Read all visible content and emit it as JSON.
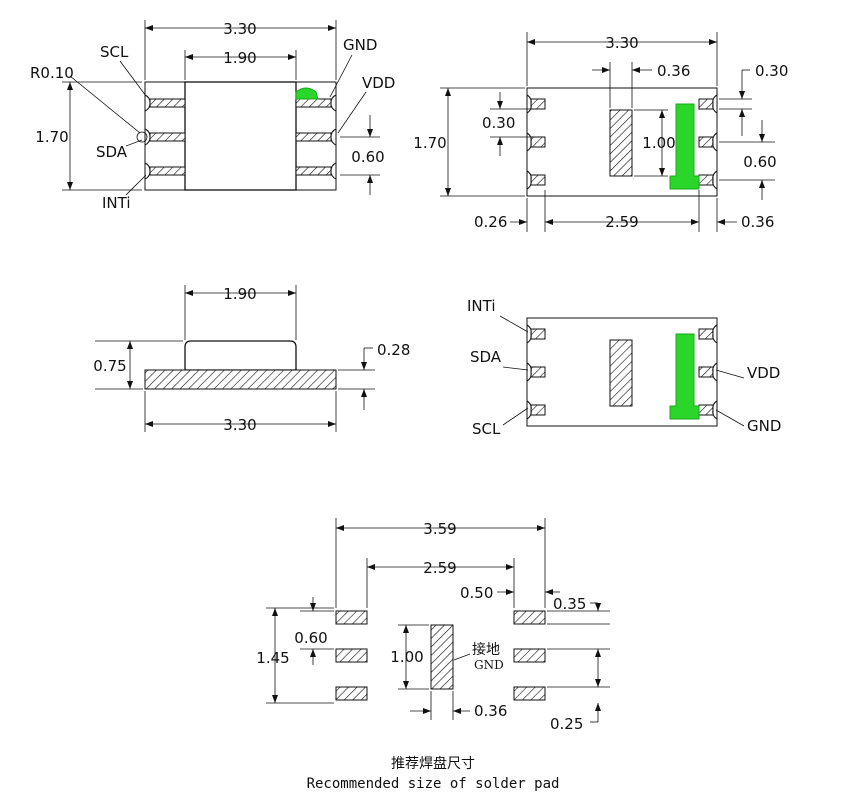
{
  "colors": {
    "line": "#111111",
    "gnd_pad_highlight": "#2bd62b",
    "background": "#ffffff"
  },
  "top_view": {
    "width": "3.30",
    "body_width": "1.90",
    "height": "1.70",
    "pitch": "0.60",
    "radius": "R0.10",
    "pins": {
      "scl": "SCL",
      "sda": "SDA",
      "inti": "INTi",
      "gnd": "GND",
      "vdd": "VDD"
    }
  },
  "bottom_view": {
    "width": "3.30",
    "pad_width": "0.36",
    "pad_pitch_top": "0.30",
    "pad_gap": "0.30",
    "height": "1.70",
    "center_pad_height": "1.00",
    "pitch": "0.60",
    "edge_offset": "0.26",
    "center_span": "2.59",
    "pad_edge": "0.36"
  },
  "side_view": {
    "top_width": "1.90",
    "height": "0.75",
    "base_height": "0.28",
    "width": "3.30"
  },
  "pinout_view": {
    "pins": {
      "inti": "INTi",
      "sda": "SDA",
      "scl": "SCL",
      "vdd": "VDD",
      "gnd": "GND"
    }
  },
  "land_pattern": {
    "overall_width": "3.59",
    "center_span": "2.59",
    "pad_length": "0.50",
    "pad_height": "0.35",
    "height": "1.45",
    "pitch": "0.60",
    "center_pad_height": "1.00",
    "gnd_label_cn": "接地",
    "gnd_label_en": "GND",
    "center_pad_width": "0.36",
    "pad_gap": "0.25",
    "caption_cn": "推荐焊盘尺寸",
    "caption_en": "Recommended size of solder pad"
  }
}
